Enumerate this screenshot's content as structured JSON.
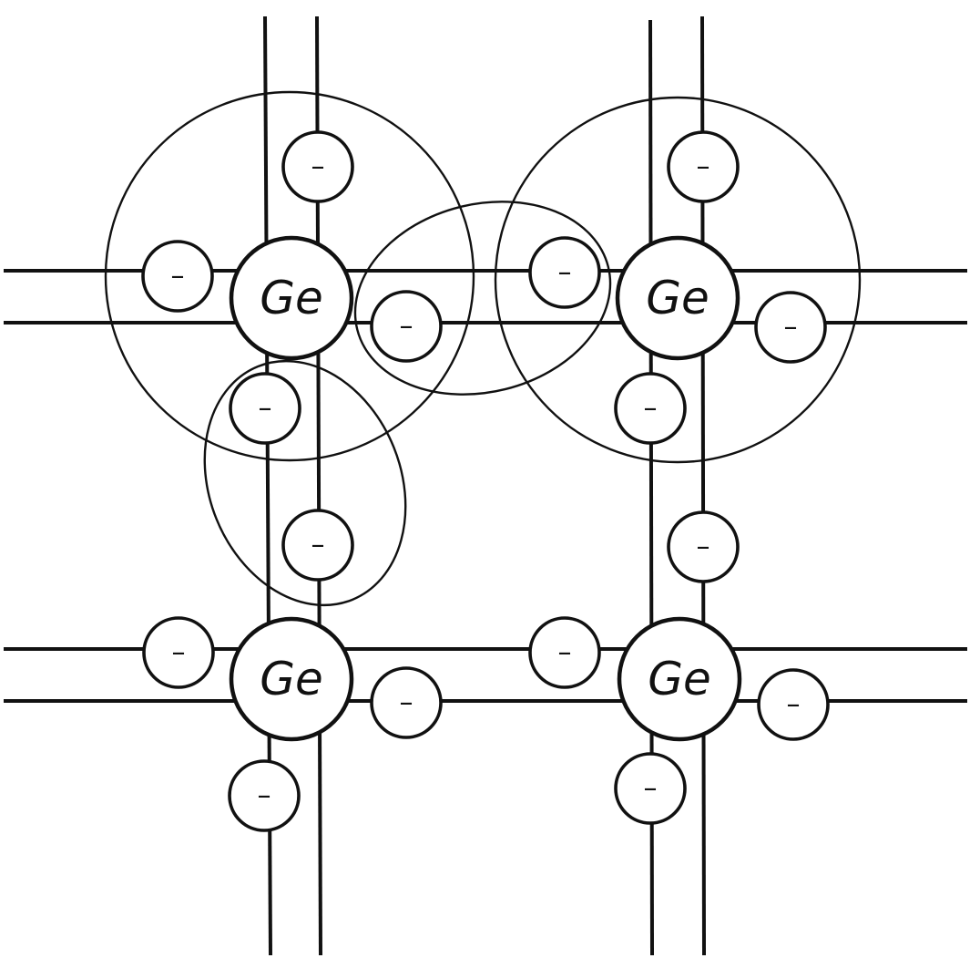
{
  "atoms": [
    {
      "label": "Ge"
    },
    {
      "label": "Ge"
    },
    {
      "label": "Ge"
    },
    {
      "label": "Ge"
    }
  ],
  "electron_sign": "–",
  "colors": {
    "ink": "#111111",
    "background": "#ffffff"
  }
}
